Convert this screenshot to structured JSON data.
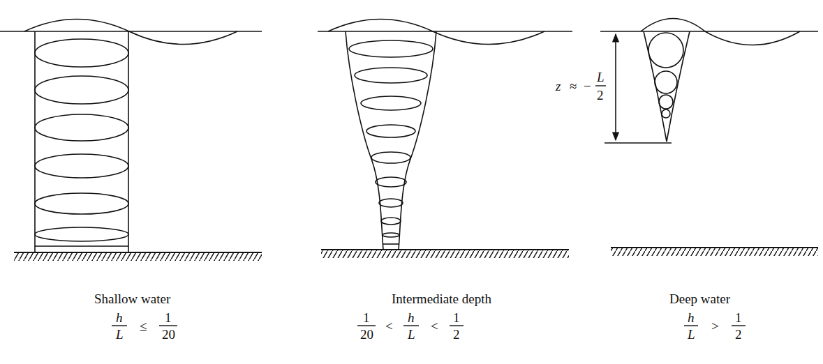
{
  "diagram": {
    "labels": [
      "Shallow water",
      "h",
      "L",
      "≤",
      "1",
      "20",
      "Intermediate depth",
      "1",
      "20",
      "<",
      "h",
      "L",
      "<",
      "1",
      "2",
      "Deep water",
      "h",
      "L",
      ">",
      "1",
      "2",
      "z",
      "≈",
      "−",
      "L",
      "2"
    ]
  }
}
